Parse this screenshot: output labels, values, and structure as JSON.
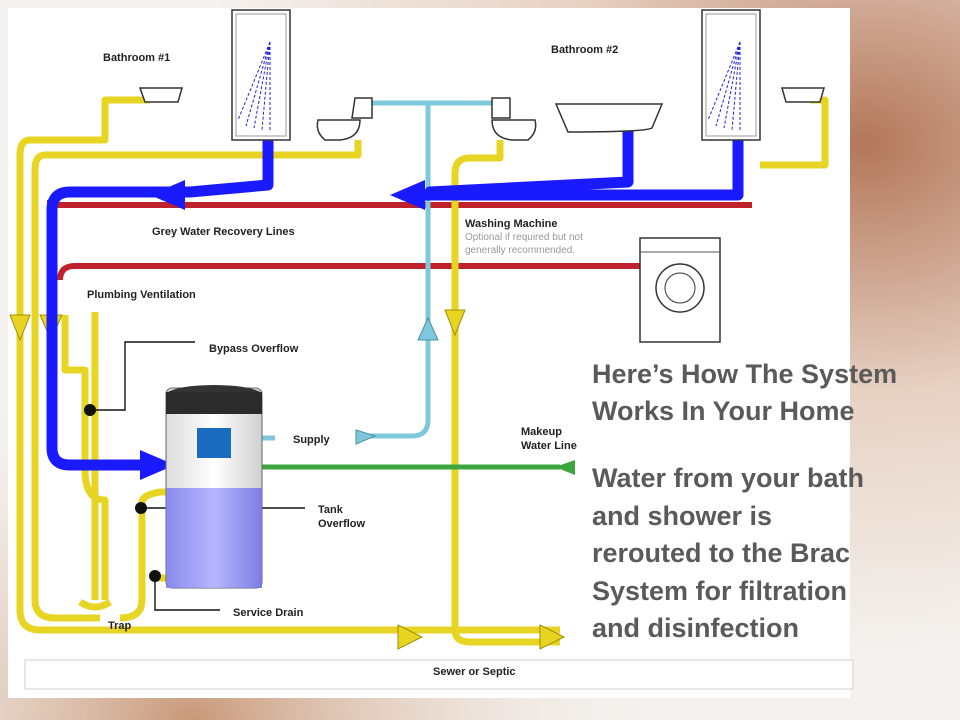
{
  "labels": {
    "bathroom1": "Bathroom #1",
    "bathroom2": "Bathroom #2",
    "grey_water": "Grey Water Recovery Lines",
    "washing_machine": "Washing Machine",
    "washing_note_1": "Optional if required but not",
    "washing_note_2": "generally recommended.",
    "plumbing_vent": "Plumbing Ventilation",
    "bypass_overflow": "Bypass Overflow",
    "supply": "Supply",
    "makeup_1": "Makeup",
    "makeup_2": "Water Line",
    "tank_overflow_1": "Tank",
    "tank_overflow_2": "Overflow",
    "service_drain": "Service Drain",
    "trap": "Trap",
    "sewer": "Sewer or Septic"
  },
  "slide": {
    "heading_line1": "Here’s How The System",
    "heading_line2": "Works In Your Home",
    "body_line1": "Water from your bath",
    "body_line2": "and shower is",
    "body_line3": "rerouted to the Brac",
    "body_line4": "System for filtration",
    "body_line5": "and disinfection"
  },
  "colors": {
    "grey_water": "#1a1aff",
    "drain": "#f2e12a",
    "hot": "#c0222c",
    "supply": "#7ec8dc",
    "makeup": "#3da53d"
  }
}
